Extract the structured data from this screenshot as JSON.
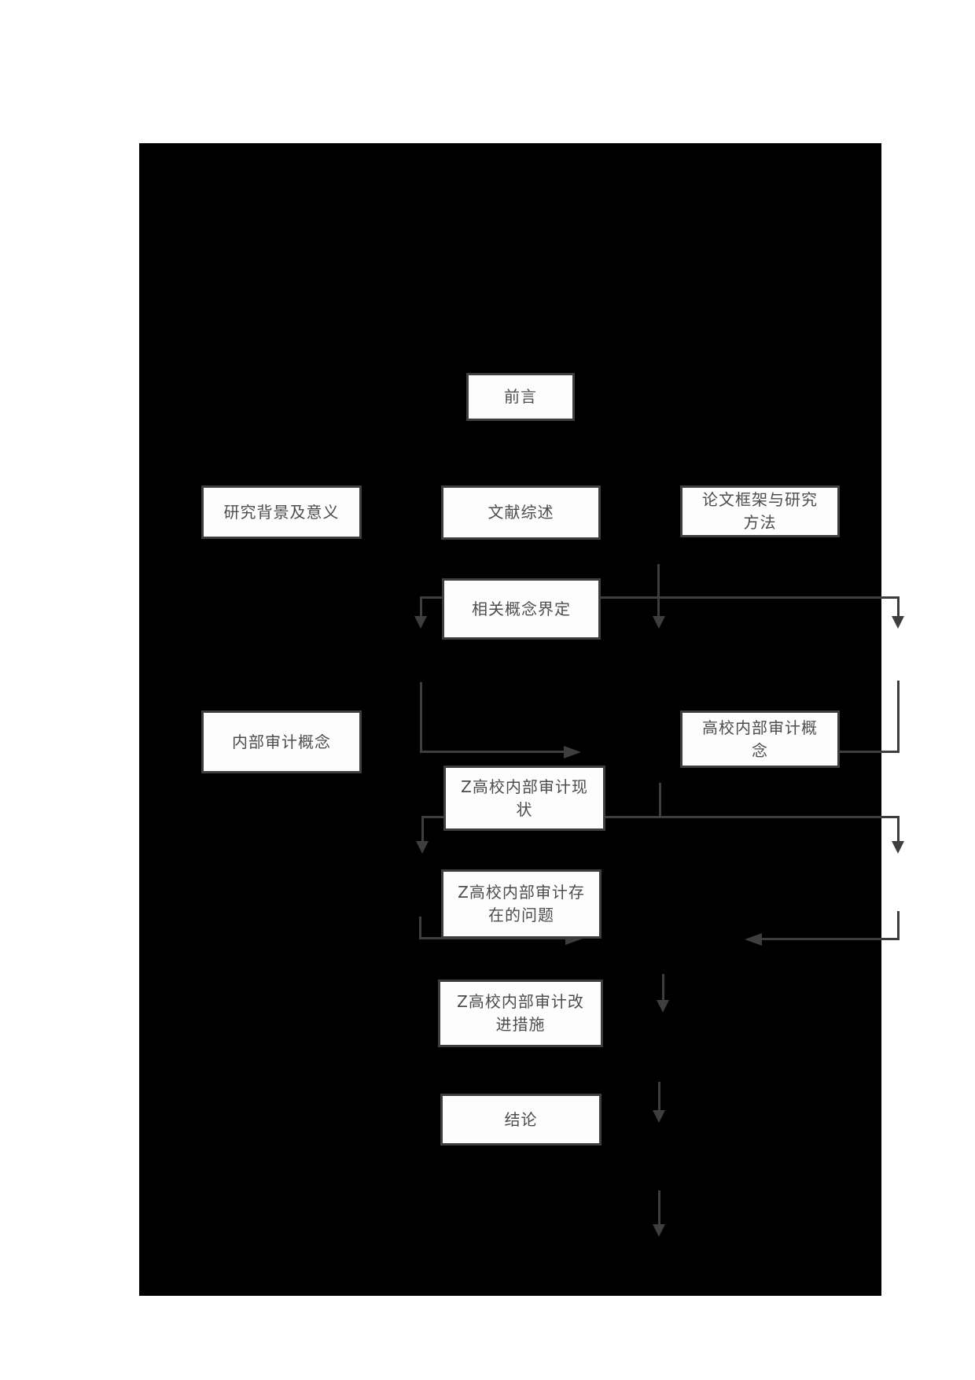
{
  "colors": {
    "page_background": "#ffffff",
    "diagram_background": "#000000",
    "node_fill": "#fdfdfd",
    "node_border": "#3e3e3e",
    "connector": "#3e3e3e",
    "node_text": "#4d4d4d"
  },
  "flowchart": {
    "nodes": {
      "intro": {
        "label": "前言"
      },
      "background": {
        "label": "研究背景及意义"
      },
      "literature": {
        "label": "文献综述"
      },
      "framework": {
        "label": "论文框架与研究\n方法"
      },
      "concepts": {
        "label": "相关概念界定"
      },
      "internal": {
        "label": "内部审计概念"
      },
      "university": {
        "label": "高校内部审计概\n念"
      },
      "status": {
        "label": "Z高校内部审计现\n状"
      },
      "problems": {
        "label": "Z高校内部审计存\n在的问题"
      },
      "improvements": {
        "label": "Z高校内部审计改\n进措施"
      },
      "conclusion": {
        "label": "结论"
      }
    },
    "edges": [
      {
        "from": "intro",
        "to": "background"
      },
      {
        "from": "intro",
        "to": "literature"
      },
      {
        "from": "intro",
        "to": "framework"
      },
      {
        "from": "background",
        "to": "concepts"
      },
      {
        "from": "framework",
        "to": "concepts"
      },
      {
        "from": "concepts",
        "to": "internal"
      },
      {
        "from": "concepts",
        "to": "university"
      },
      {
        "from": "internal",
        "to": "status"
      },
      {
        "from": "university",
        "to": "status"
      },
      {
        "from": "status",
        "to": "problems"
      },
      {
        "from": "problems",
        "to": "improvements"
      },
      {
        "from": "improvements",
        "to": "conclusion"
      }
    ]
  }
}
